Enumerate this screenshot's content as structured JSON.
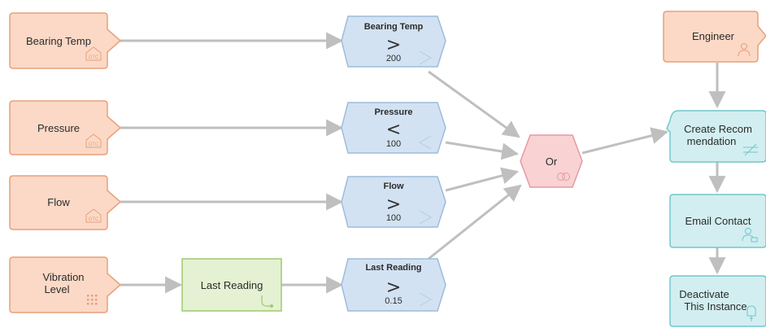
{
  "sources": [
    {
      "label_lines": [
        "Bearing Temp"
      ],
      "icon": "otc-icon",
      "icon_text": "OTC"
    },
    {
      "label_lines": [
        "Pressure"
      ],
      "icon": "otc-icon",
      "icon_text": "OTC"
    },
    {
      "label_lines": [
        "Flow"
      ],
      "icon": "otc-icon",
      "icon_text": "OTC"
    },
    {
      "label_lines": [
        "Vibration",
        "Level"
      ],
      "icon": "dots-icon"
    }
  ],
  "engineer": {
    "label": "Engineer",
    "icon": "person-icon"
  },
  "last_reading_function": {
    "label": "Last Reading",
    "icon": "plug-icon"
  },
  "conditions": [
    {
      "title": "Bearing Temp",
      "operator": ">",
      "value": "200"
    },
    {
      "title": "Pressure",
      "operator": "<",
      "value": "100"
    },
    {
      "title": "Flow",
      "operator": ">",
      "value": "100"
    },
    {
      "title": "Last Reading",
      "operator": ">",
      "value": "0.15"
    }
  ],
  "or_gate": {
    "label": "Or",
    "icon": "rings-icon"
  },
  "actions": [
    {
      "label_lines": [
        "Create Recom",
        "mendation"
      ],
      "icon": "recommendation-icon"
    },
    {
      "label_lines": [
        "Email Contact"
      ],
      "icon": "contact-icon"
    },
    {
      "label_lines": [
        "Deactivate",
        "This Instance"
      ],
      "icon": "deactivate-icon"
    }
  ],
  "colors": {
    "source_fill": "#fbd9c6",
    "source_stroke": "#e8a07a",
    "condition_fill": "#d3e2f2",
    "condition_stroke": "#9dbbdc",
    "or_fill": "#f9d2d4",
    "or_stroke": "#e59aa0",
    "action_fill": "#d2eef0",
    "action_stroke": "#70c7cc",
    "function_fill": "#e4f1d2",
    "function_stroke": "#9ecb6e",
    "edge": "#bfbfbf"
  }
}
